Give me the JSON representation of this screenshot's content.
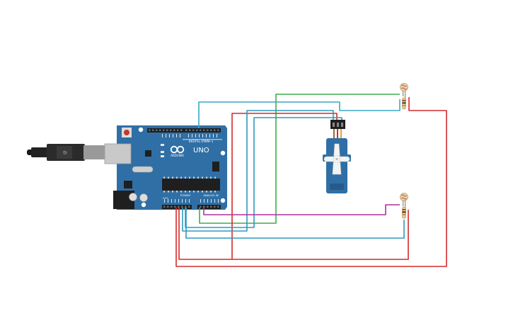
{
  "board": {
    "model_label": "UNO",
    "brand_label": "ARDUINO",
    "digital_label": "DIGITAL (PWM~)",
    "power_label": "POWER",
    "analog_label": "ANALOG IN",
    "body_color": "#2f6fa6",
    "header_color": "#1f1f1f",
    "usb_color": "#b8b8b8"
  },
  "components": [
    {
      "id": "servo",
      "icon": "servo-motor-icon",
      "color": "#2f6fa6"
    },
    {
      "id": "photoresistor-top",
      "icon": "photoresistor-icon"
    },
    {
      "id": "resistor-top",
      "icon": "resistor-icon"
    },
    {
      "id": "photoresistor-bottom",
      "icon": "photoresistor-icon"
    },
    {
      "id": "resistor-bottom",
      "icon": "resistor-icon"
    },
    {
      "id": "usb-cable",
      "icon": "usb-cable-icon"
    }
  ],
  "wire_colors": {
    "power": "#d22b2b",
    "signal_cyan": "#3aa9c4",
    "signal_green": "#3fae49",
    "signal_blue": "#2e9ac0",
    "signal_magenta": "#b02e9a"
  }
}
